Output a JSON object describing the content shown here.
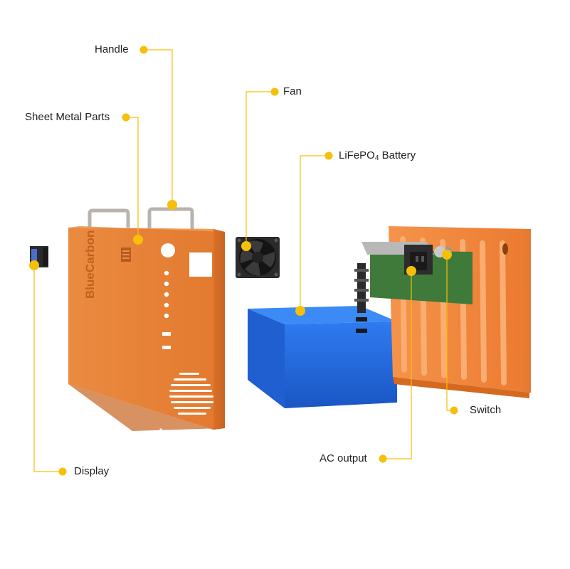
{
  "labels": {
    "handle": "Handle",
    "fan": "Fan",
    "sheet_metal": "Sheet Metal Parts",
    "battery_main": "LiFePO",
    "battery_sub": "4",
    "battery_tail": " Battery",
    "switch": "Switch",
    "ac_output": "AC output",
    "display": "Display"
  },
  "brand_logo": "BlueCarbon",
  "colors": {
    "callout": "#f5bf0a",
    "sheet_metal": "#e07f34",
    "battery": "#1f62d6",
    "panel": "#f0823a",
    "pcb": "#3f7a3a",
    "fan": "#2a2a2a"
  }
}
